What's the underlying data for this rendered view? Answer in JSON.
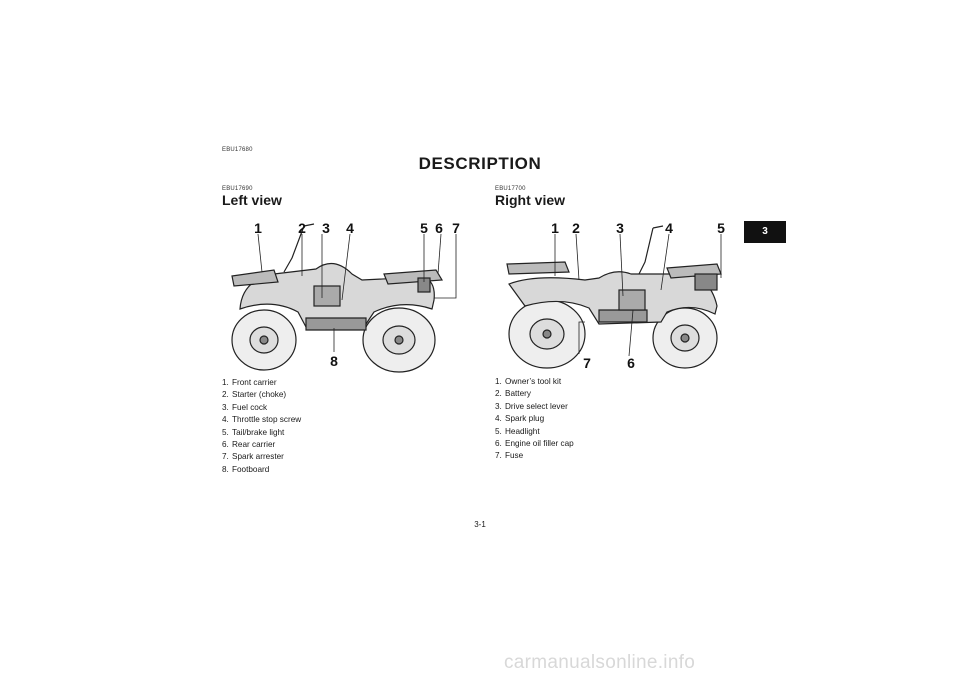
{
  "section_code": "EBU17680",
  "title": "DESCRIPTION",
  "left": {
    "code": "EBU17690",
    "heading": "Left view",
    "callouts_top": [
      "1",
      "2",
      "3",
      "4",
      "5",
      "6",
      "7"
    ],
    "callouts_bottom": [
      "8"
    ],
    "items": [
      {
        "num": "1.",
        "label": "Front carrier"
      },
      {
        "num": "2.",
        "label": "Starter (choke)"
      },
      {
        "num": "3.",
        "label": "Fuel cock"
      },
      {
        "num": "4.",
        "label": "Throttle stop screw"
      },
      {
        "num": "5.",
        "label": "Tail/brake light"
      },
      {
        "num": "6.",
        "label": "Rear carrier"
      },
      {
        "num": "7.",
        "label": "Spark arrester"
      },
      {
        "num": "8.",
        "label": "Footboard"
      }
    ]
  },
  "right": {
    "code": "EBU17700",
    "heading": "Right view",
    "callouts_top": [
      "1",
      "2",
      "3",
      "4",
      "5"
    ],
    "callouts_bottom": [
      "7",
      "6"
    ],
    "items": [
      {
        "num": "1.",
        "label": "Owner’s tool kit"
      },
      {
        "num": "2.",
        "label": "Battery"
      },
      {
        "num": "3.",
        "label": "Drive select lever"
      },
      {
        "num": "4.",
        "label": "Spark plug"
      },
      {
        "num": "5.",
        "label": "Headlight"
      },
      {
        "num": "6.",
        "label": "Engine oil filler cap"
      },
      {
        "num": "7.",
        "label": "Fuse"
      }
    ]
  },
  "chapter_tab": "3",
  "page_number": "3-1",
  "watermark": "carmanualsonline.info"
}
